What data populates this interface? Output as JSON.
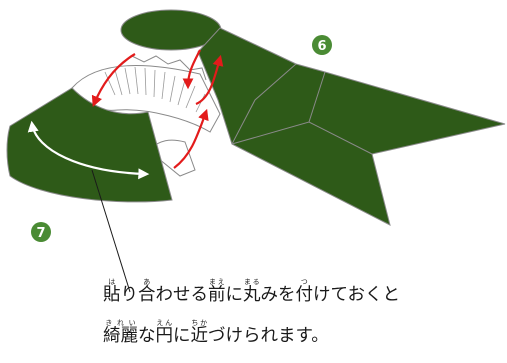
{
  "labels": {
    "step_6": "6",
    "step_7": "7"
  },
  "caption": {
    "line1": [
      {
        "base": "貼",
        "ruby": "は"
      },
      {
        "text": "り"
      },
      {
        "base": "合",
        "ruby": "あ"
      },
      {
        "text": "わせる"
      },
      {
        "base": "前",
        "ruby": "まえ"
      },
      {
        "text": "に"
      },
      {
        "base": "丸",
        "ruby": "まる"
      },
      {
        "text": "みを"
      },
      {
        "base": "付",
        "ruby": "つ"
      },
      {
        "text": "けておくと"
      }
    ],
    "line2": [
      {
        "base": "綺麗",
        "ruby": "きれい"
      },
      {
        "text": "な"
      },
      {
        "base": "円",
        "ruby": "えん"
      },
      {
        "text": "に"
      },
      {
        "base": "近",
        "ruby": "ちか"
      },
      {
        "text": "づけられます。"
      }
    ]
  },
  "colors": {
    "paper_green": "#2e5a18",
    "badge_green": "#4a8b34",
    "arrow_red": "#e31b1b",
    "arrow_white": "#ffffff",
    "outline_gray": "#8a8a8a",
    "hatch_gray": "#9a9a9a"
  }
}
